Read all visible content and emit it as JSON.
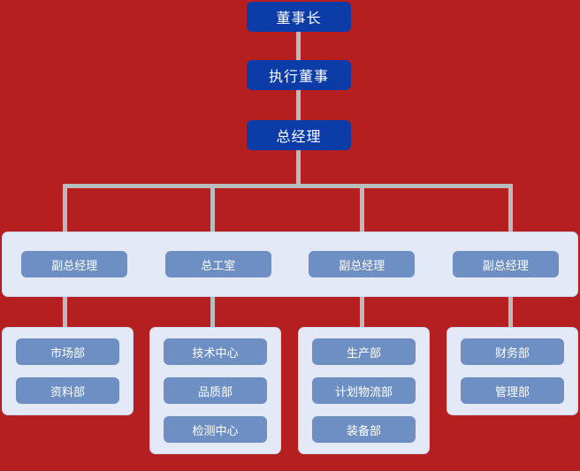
{
  "chart": {
    "type": "organization-chart",
    "title": "",
    "colors": {
      "background": "#b61f1f",
      "executive_node": "#0b3ca8",
      "unit_chip": "#6e8fc4",
      "panel": "#e3e9f7",
      "connector": "#b9bcbd",
      "node_text": "#ffffff"
    },
    "executives": [
      {
        "label": "董事长"
      },
      {
        "label": "执行董事"
      },
      {
        "label": "总经理"
      }
    ],
    "managers": [
      {
        "label": "副总经理"
      },
      {
        "label": "总工室"
      },
      {
        "label": "副总经理"
      },
      {
        "label": "副总经理"
      }
    ],
    "departments": [
      {
        "units": [
          {
            "label": "市场部"
          },
          {
            "label": "资料部"
          }
        ]
      },
      {
        "units": [
          {
            "label": "技术中心"
          },
          {
            "label": "品质部"
          },
          {
            "label": "检测中心"
          }
        ]
      },
      {
        "units": [
          {
            "label": "生产部"
          },
          {
            "label": "计划物流部"
          },
          {
            "label": "装备部"
          }
        ]
      },
      {
        "units": [
          {
            "label": "财务部"
          },
          {
            "label": "管理部"
          }
        ]
      }
    ]
  }
}
